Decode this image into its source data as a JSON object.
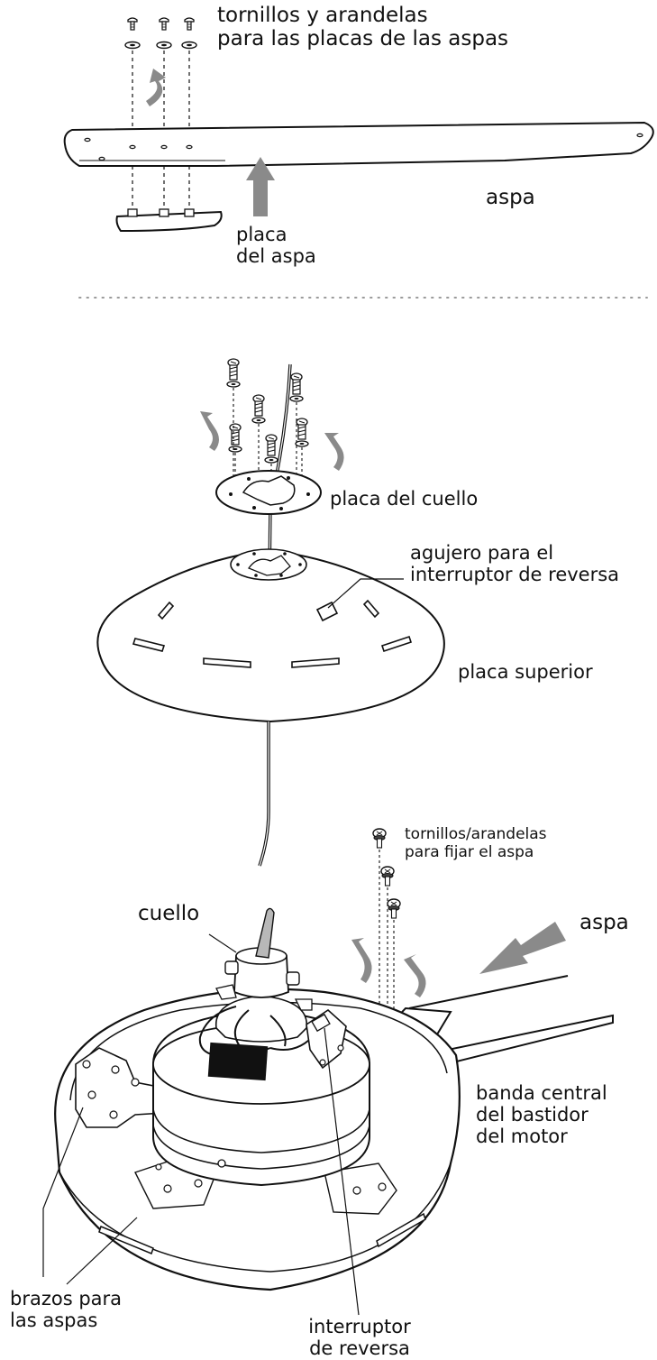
{
  "labels": {
    "blade_screws": [
      "tornillos y arandelas",
      "para las placas de las aspas"
    ],
    "blade_top": "aspa",
    "blade_plate": [
      "placa",
      "del aspa"
    ],
    "collar_plate": "placa del cuello",
    "reverse_hole": [
      "agujero para el",
      "interruptor de reversa"
    ],
    "top_plate": "placa superior",
    "attach_screws": [
      "tornillos/arandelas",
      "para fijar el aspa"
    ],
    "collar": "cuello",
    "blade_bottom": "aspa",
    "center_band": [
      "banda central",
      "del bastidor",
      "del motor"
    ],
    "blade_arms": [
      "brazos para",
      "las aspas"
    ],
    "reverse_switch": [
      "interruptor",
      "de reversa"
    ]
  },
  "colors": {
    "line": "#111111",
    "arrow": "#8a8a8a",
    "dots": "#9a9a9a",
    "motor_block": "#111111"
  }
}
